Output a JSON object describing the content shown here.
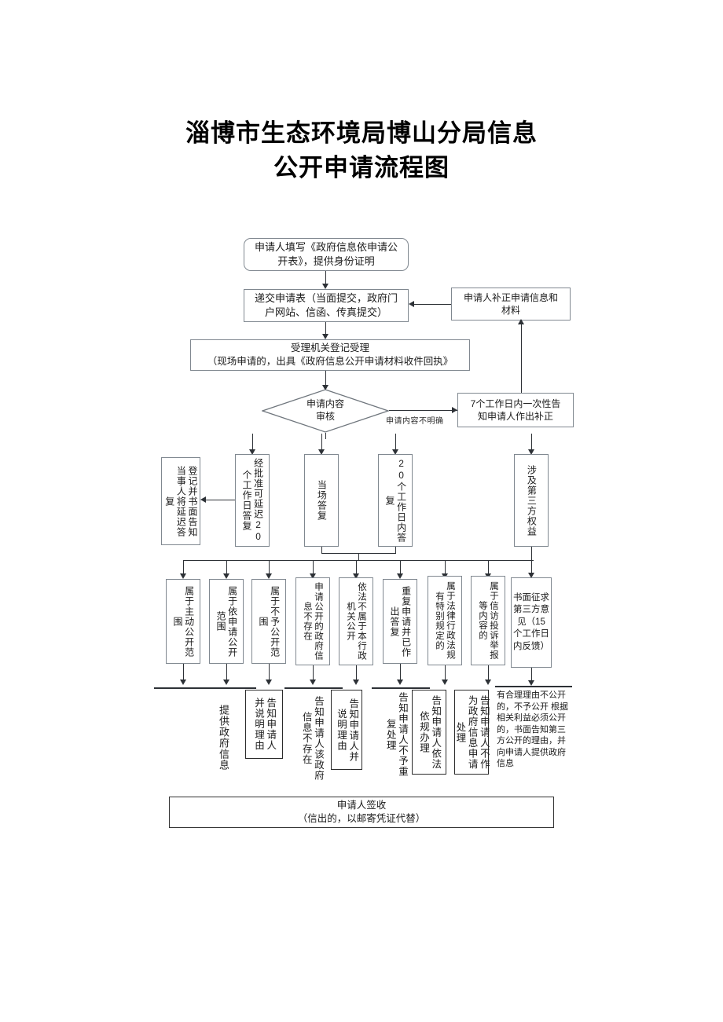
{
  "document": {
    "title_line1": "淄博市生态环境局博山分局信息",
    "title_line2": "公开申请流程图"
  },
  "flow": {
    "start": {
      "label": "申请人填写《政府信息依申请公\n开表》，提供身份证明"
    },
    "submit": {
      "label": "递交申请表（当面提交，政府门\n户网站、信函、传真提交）"
    },
    "supplement": {
      "label": "申请人补正申请信息和\n材料"
    },
    "register": {
      "line1": "受理机关登记受理",
      "line2": "（现场申请的，出具《政府信息公开申请材料收件回执》"
    },
    "decision": {
      "label": "申请内容\n审核"
    },
    "decision_edge_label": "申请内容不明确",
    "notify_correction": {
      "label": "7个工作日内一次性告\n知申请人作出补正"
    },
    "row_timing": [
      {
        "id": "delay-notice",
        "label": "登记并书面告知当事人将延迟答复"
      },
      {
        "id": "approved-delay",
        "label": "经批准可延迟20个工作日答复"
      },
      {
        "id": "onsite-reply",
        "label": "当场答复"
      },
      {
        "id": "twenty-day-reply",
        "label": "20个工作日内答复"
      },
      {
        "id": "third-party",
        "label": "涉及第三方权益"
      }
    ],
    "row_category": [
      {
        "id": "active-disclosure",
        "label": "属于主动公开范围"
      },
      {
        "id": "on-request-disclosure",
        "label": "属于依申请公开范围"
      },
      {
        "id": "non-disclosure",
        "label": "属于不予公开范围"
      },
      {
        "id": "info-not-exist",
        "label": "申请公开的政府信息不存在"
      },
      {
        "id": "not-this-agency",
        "label": "依法不属于本行政机关公开"
      },
      {
        "id": "duplicate-request",
        "label": "重复申请并已作出答复"
      },
      {
        "id": "special-law",
        "label": "属于法律行政法规有特别规定的"
      },
      {
        "id": "petition-complaint",
        "label": "属于信访投诉举报等内容的"
      }
    ],
    "third_party_consult": {
      "label": "书面征求第三方意见（15个工作日内反馈）"
    },
    "row_outcome": [
      {
        "id": "outcome-blank",
        "label": "",
        "boxed": false
      },
      {
        "id": "provide-info",
        "label": "提供政府信息",
        "boxed": false
      },
      {
        "id": "notify-reason-1",
        "label": "告知申请人并说明理由",
        "boxed": true
      },
      {
        "id": "notify-not-exist",
        "label": "告知申请人该政府信息不存在",
        "boxed": false
      },
      {
        "id": "notify-reason-2",
        "label": "告知申请人并说明理由",
        "boxed": true
      },
      {
        "id": "no-duplicate",
        "label": "告知申请人不予重复处理",
        "boxed": false
      },
      {
        "id": "per-regulation",
        "label": "告知申请人依法依规办理",
        "boxed": true
      },
      {
        "id": "not-gov-info",
        "label": "告知申请人不作为政府信息申请处理",
        "boxed": true
      }
    ],
    "third_party_outcome": {
      "label": "有合理理由不公开的，不予公开 根据相关利益必须公开的，书面告知第三方公开的理由，并向申请人提供政府信息"
    },
    "finish": {
      "line1": "申请人签收",
      "line2": "（信出的，以邮寄凭证代替）"
    }
  }
}
